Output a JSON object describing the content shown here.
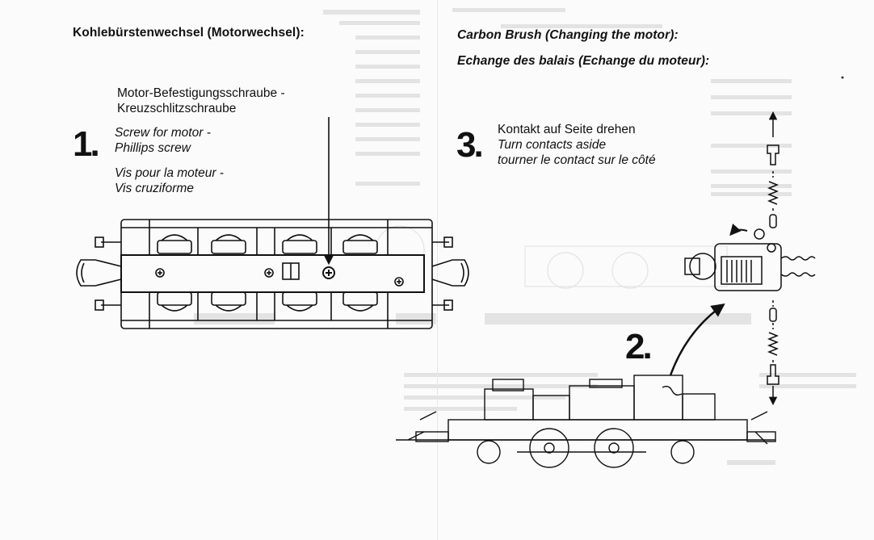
{
  "left": {
    "heading": "Kohlebürstenwechsel (Motorwechsel):",
    "step1": {
      "number": "1.",
      "de_line1": "Motor-Befestigungsschraube -",
      "de_line2": "Kreuzschlitzschraube",
      "en_line1": "Screw for motor -",
      "en_line2": "Phillips screw",
      "fr_line1": "Vis pour la moteur -",
      "fr_line2": "Vis cruziforme"
    }
  },
  "right": {
    "heading_en": "Carbon Brush (Changing the motor):",
    "heading_fr": "Echange des balais (Echange du moteur):",
    "step3": {
      "number": "3.",
      "de": "Kontakt auf Seite drehen",
      "en": "Turn contacts aside",
      "fr": "tourner le contact sur le côté"
    },
    "step2": {
      "number": "2."
    }
  },
  "colors": {
    "ink": "#111111",
    "paper": "#fbfbfb",
    "bleed": "#d9d9d9"
  }
}
